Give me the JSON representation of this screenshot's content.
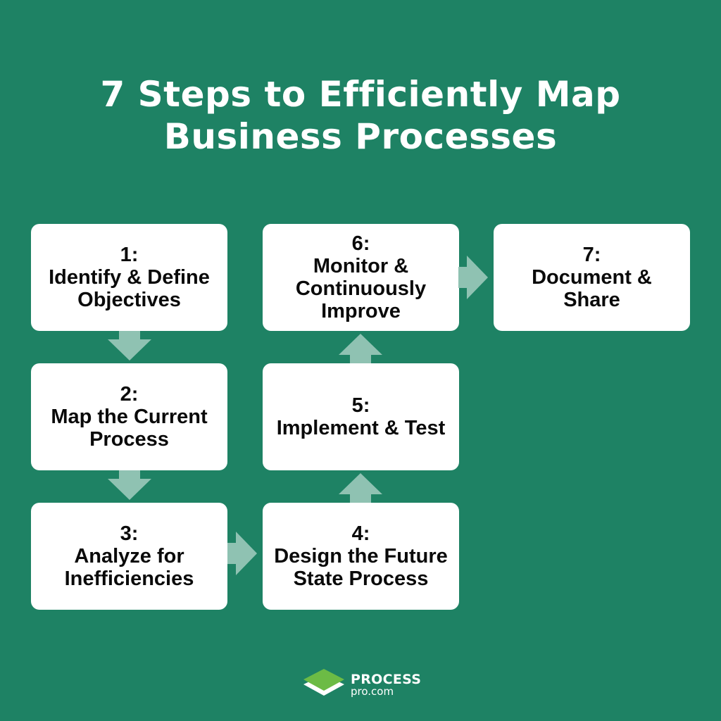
{
  "title": {
    "line1": "7 Steps to Efficiently Map",
    "line2": "Business Processes"
  },
  "colors": {
    "background": "#1e8264",
    "box": "#ffffff",
    "arrow": "#8fc2b2",
    "logo_top": "#6cbb45",
    "text": "#0a0a0a"
  },
  "steps": [
    {
      "num": "1:",
      "label": "Identify & Define Objectives"
    },
    {
      "num": "2:",
      "label": "Map the Current Process"
    },
    {
      "num": "3:",
      "label": "Analyze for Inefficiencies"
    },
    {
      "num": "4:",
      "label": "Design the Future State Process"
    },
    {
      "num": "5:",
      "label": "Implement & Test"
    },
    {
      "num": "6:",
      "label": "Monitor & Continuously Improve"
    },
    {
      "num": "7:",
      "label": "Document & Share"
    }
  ],
  "arrows": [
    {
      "from": "1",
      "to": "2",
      "direction": "down"
    },
    {
      "from": "2",
      "to": "3",
      "direction": "down"
    },
    {
      "from": "3",
      "to": "4",
      "direction": "right"
    },
    {
      "from": "4",
      "to": "5",
      "direction": "up"
    },
    {
      "from": "5",
      "to": "6",
      "direction": "up"
    },
    {
      "from": "6",
      "to": "7",
      "direction": "right"
    }
  ],
  "logo": {
    "brand": "PROCESS",
    "domain": "pro.com",
    "icon": "stacked-layers-icon"
  }
}
